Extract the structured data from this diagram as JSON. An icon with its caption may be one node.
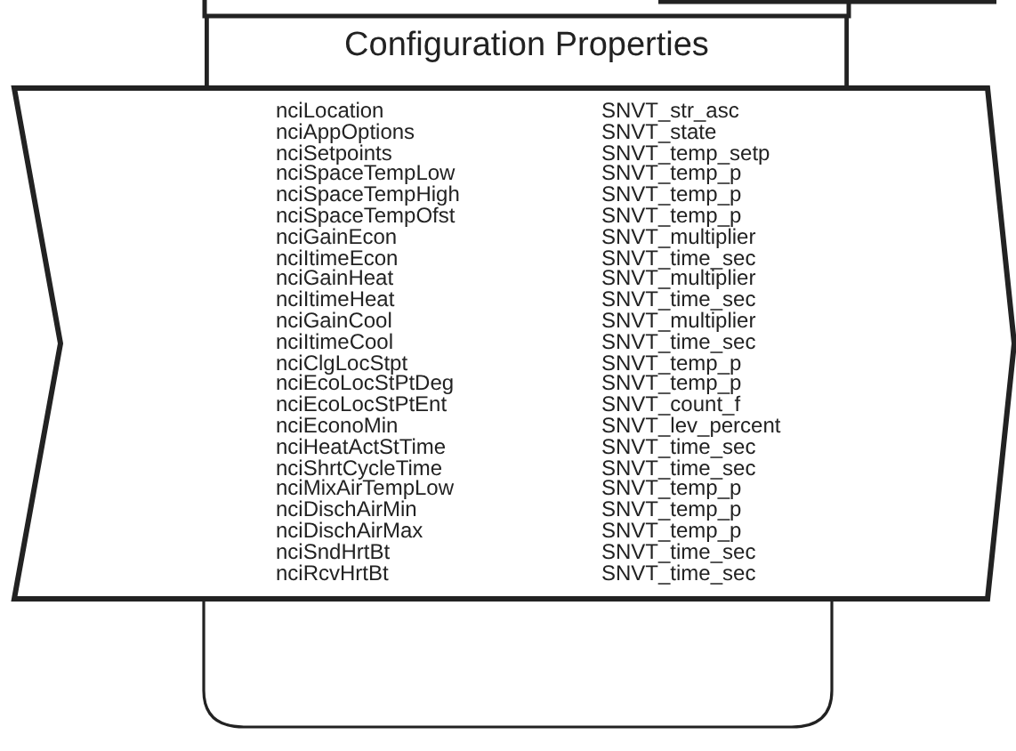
{
  "diagram": {
    "nodes": [
      {
        "text": [
          "Configuration Properties"
        ]
      },
      {
        "text": [],
        "shape": "chevron"
      },
      {
        "text": [],
        "shape": "box"
      }
    ],
    "labels": [
      "nciLocation",
      "SNVT_str_asc",
      "nciAppOptions",
      "SNVT_state",
      "nciSetpoints",
      "SNVT_temp_setp",
      "nciSpaceTempLow",
      "SNVT_temp_p",
      "nciSpaceTempHigh",
      "SNVT_temp_p",
      "nciSpaceTempOfst",
      "SNVT_temp_p",
      "nciGainEcon",
      "SNVT_multiplier",
      "nciItimeEcon",
      "SNVT_time_sec",
      "nciGainHeat",
      "SNVT_multiplier",
      "nciItimeHeat",
      "SNVT_time_sec",
      "nciGainCool",
      "SNVT_multiplier",
      "nciItimeCool",
      "SNVT_time_sec",
      "nciClgLocStpt",
      "SNVT_temp_p",
      "nciEcoLocStPtDeg",
      "SNVT_temp_p",
      "nciEcoLocStPtEnt",
      "SNVT_count_f",
      "nciEconoMin",
      "SNVT_lev_percent",
      "nciHeatActStTime",
      "SNVT_time_sec",
      "nciShrtCycleTime",
      "SNVT_time_sec",
      "nciMixAirTempLow",
      "SNVT_temp_p",
      "nciDischAirMin",
      "SNVT_temp_p",
      "nciDischAirMax",
      "SNVT_temp_p",
      "nciSndHrtBt",
      "SNVT_time_sec",
      "nciRcvHrtBt",
      "SNVT_time_sec"
    ]
  }
}
